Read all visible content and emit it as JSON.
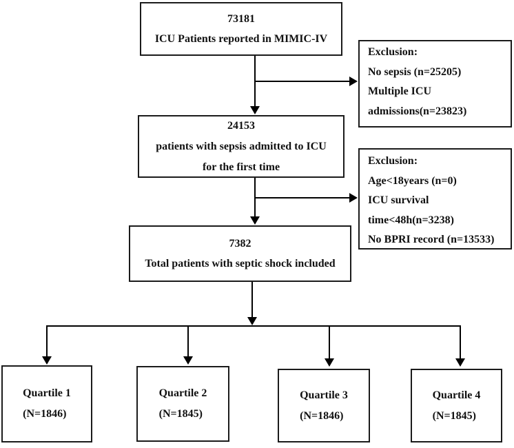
{
  "nodes": {
    "top": {
      "lines": [
        "73181",
        "ICU Patients reported in MIMIC-IV"
      ]
    },
    "sepsis": {
      "lines": [
        "24153",
        "patients with sepsis admitted to ICU",
        "for the first time"
      ]
    },
    "exclusion1": {
      "lines": [
        "Exclusion:",
        "No sepsis (n=25205)",
        "Multiple ICU",
        "admissions(n=23823)"
      ]
    },
    "exclusion2": {
      "lines": [
        "Exclusion:",
        "Age<18years (n=0)",
        "ICU survival",
        "time<48h(n=3238)",
        "No BPRI record (n=13533)"
      ]
    },
    "shock": {
      "lines": [
        "7382",
        "Total patients with septic shock included"
      ]
    },
    "quartile1": {
      "lines": [
        "Quartile 1",
        "(N=1846)"
      ]
    },
    "quartile2": {
      "lines": [
        "Quartile 2",
        "(N=1845)"
      ]
    },
    "quartile3": {
      "lines": [
        "Quartile 3",
        "(N=1846)"
      ]
    },
    "quartile4": {
      "lines": [
        "Quartile 4",
        "(N=1845)"
      ]
    }
  },
  "colors": {
    "background": "#ffffff",
    "box_border": "#1a1a1a",
    "line": "#000000",
    "text": "#111111"
  }
}
